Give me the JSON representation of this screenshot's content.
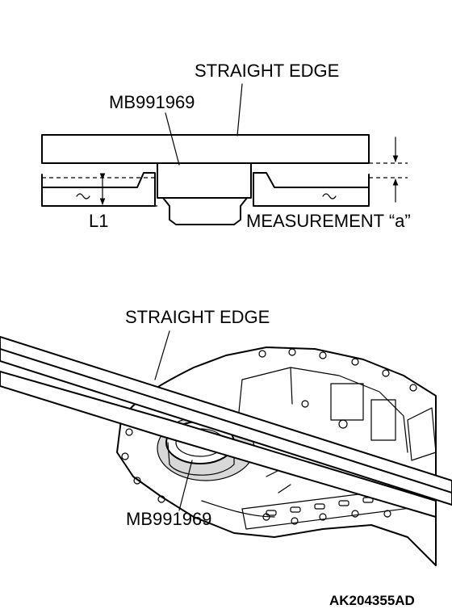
{
  "top_diagram": {
    "label_straight_edge": "STRAIGHT EDGE",
    "label_tool": "MB991969",
    "label_l1": "L1",
    "label_measurement": "MEASUREMENT “a”"
  },
  "bottom_diagram": {
    "label_straight_edge": "STRAIGHT EDGE",
    "label_tool": "MB991969"
  },
  "figure_code": "AK204355AD"
}
